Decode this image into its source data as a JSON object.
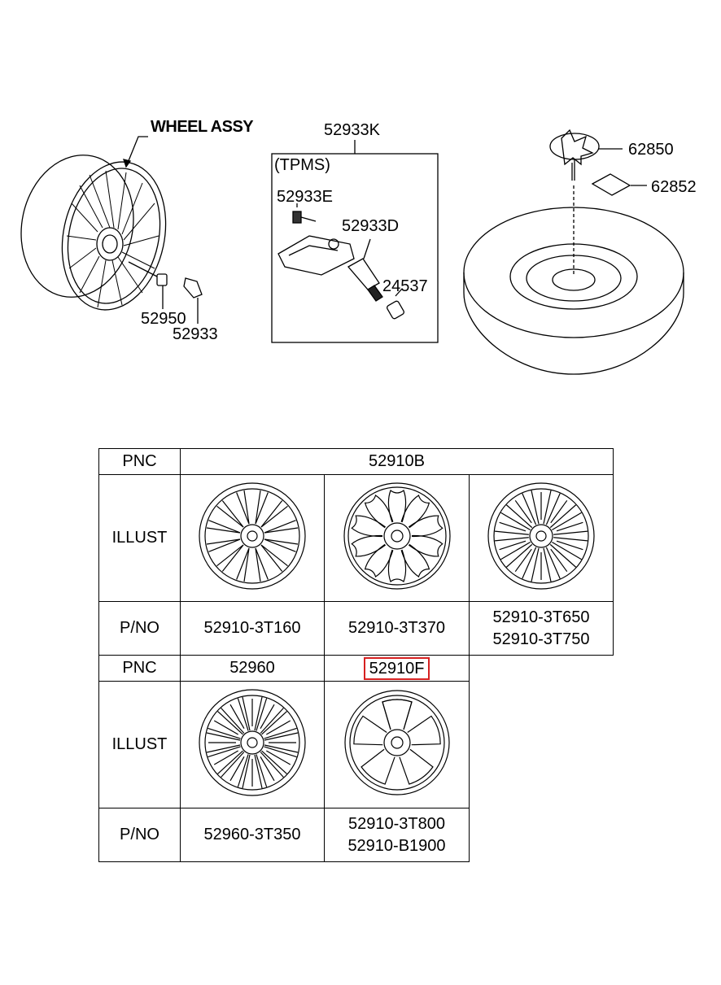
{
  "labels": {
    "wheel_assy": "WHEEL ASSY",
    "tpms_kit": "52933K",
    "tpms": "(TPMS)",
    "p52933E": "52933E",
    "p52933D": "52933D",
    "p24537": "24537",
    "p52950": "52950",
    "p52933": "52933",
    "p62850": "62850",
    "p62852": "62852"
  },
  "table": {
    "pnc_label": "PNC",
    "illust_label": "ILLUST",
    "pno_label": "P/NO",
    "row1_pnc": "52910B",
    "row1_pnos": [
      [
        "52910-3T160"
      ],
      [
        "52910-3T370"
      ],
      [
        "52910-3T650",
        "52910-3T750"
      ]
    ],
    "row2_pnc": [
      "52960",
      "52910F"
    ],
    "row2_pnos": [
      [
        "52960-3T350"
      ],
      [
        "52910-3T800",
        "52910-B1900"
      ]
    ]
  },
  "colors": {
    "highlight": "#d62020"
  }
}
